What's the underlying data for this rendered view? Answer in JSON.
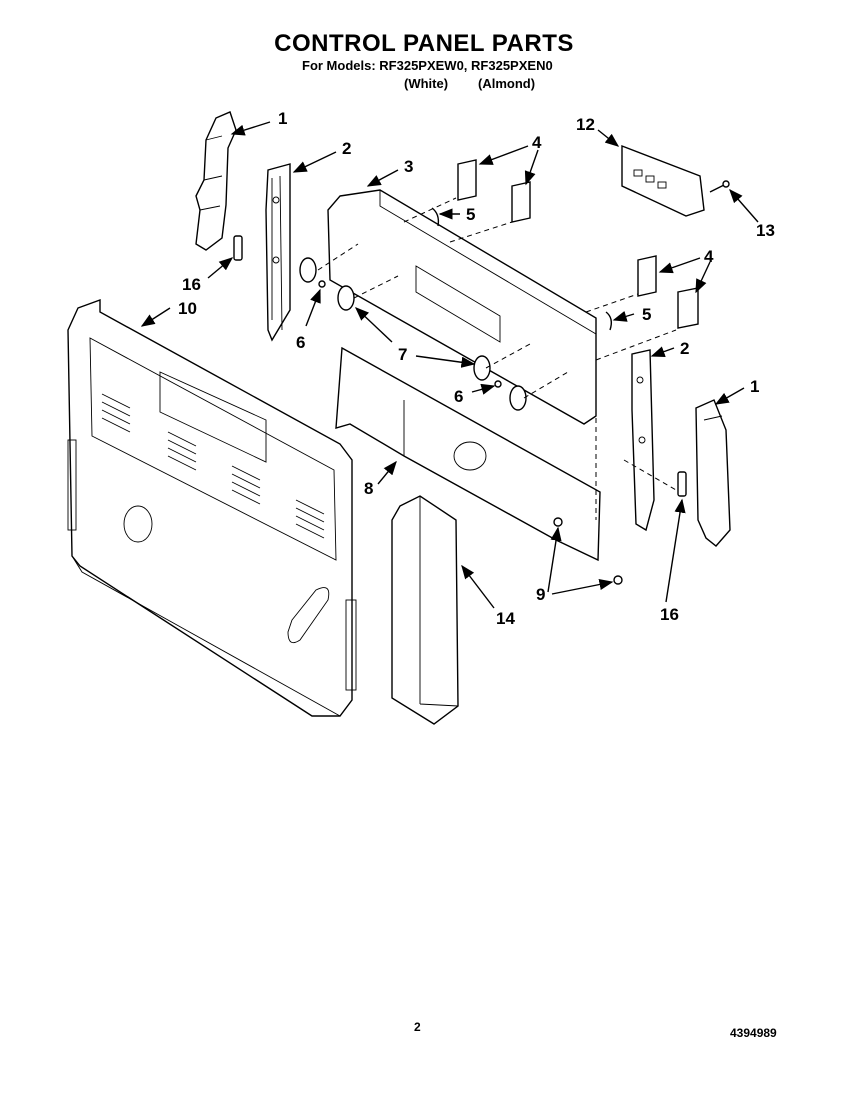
{
  "header": {
    "title": "CONTROL PANEL PARTS",
    "models": "For Models: RF325PXEW0, RF325PXEN0",
    "finish_white": "(White)",
    "finish_almond": "(Almond)"
  },
  "callouts": {
    "c1a": "1",
    "c1b": "1",
    "c2a": "2",
    "c2b": "2",
    "c3": "3",
    "c4a": "4",
    "c4b": "4",
    "c5a": "5",
    "c5b": "5",
    "c6a": "6",
    "c6b": "6",
    "c7": "7",
    "c8": "8",
    "c9": "9",
    "c10": "10",
    "c12": "12",
    "c13": "13",
    "c14": "14",
    "c16a": "16",
    "c16b": "16"
  },
  "footer": {
    "page_number": "2",
    "document_number": "4394989"
  }
}
